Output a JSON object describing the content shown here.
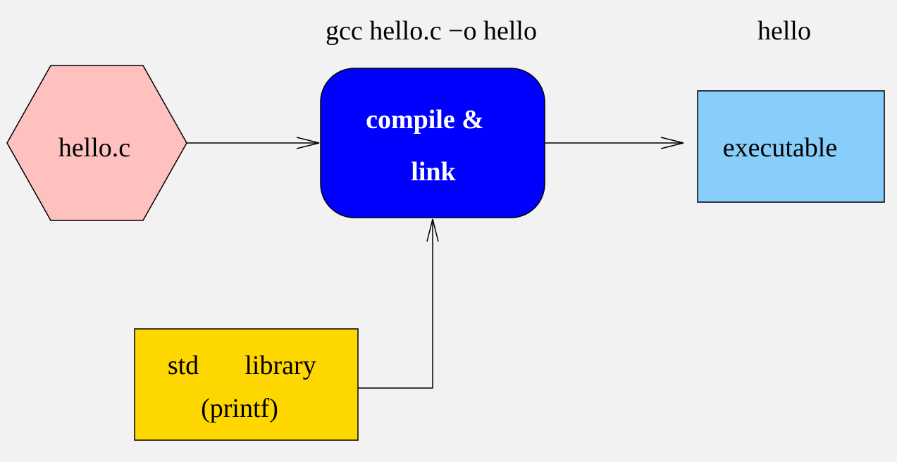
{
  "header": {
    "command": "gcc hello.c −o hello",
    "output_name": "hello"
  },
  "nodes": {
    "source": {
      "label": "hello.c",
      "shape": "hexagon",
      "color": "#ffc0c0"
    },
    "compile": {
      "line1": "compile &",
      "line2": "link",
      "shape": "rounded-rect",
      "color": "#0000ff"
    },
    "output": {
      "label": "executable",
      "shape": "rect",
      "color": "#87cefa"
    },
    "library": {
      "word1": "std",
      "word2": "library",
      "line2": "(printf)",
      "shape": "rect",
      "color": "#ffd700"
    }
  },
  "edges": [
    {
      "from": "source",
      "to": "compile"
    },
    {
      "from": "compile",
      "to": "output"
    },
    {
      "from": "library",
      "to": "compile"
    }
  ]
}
